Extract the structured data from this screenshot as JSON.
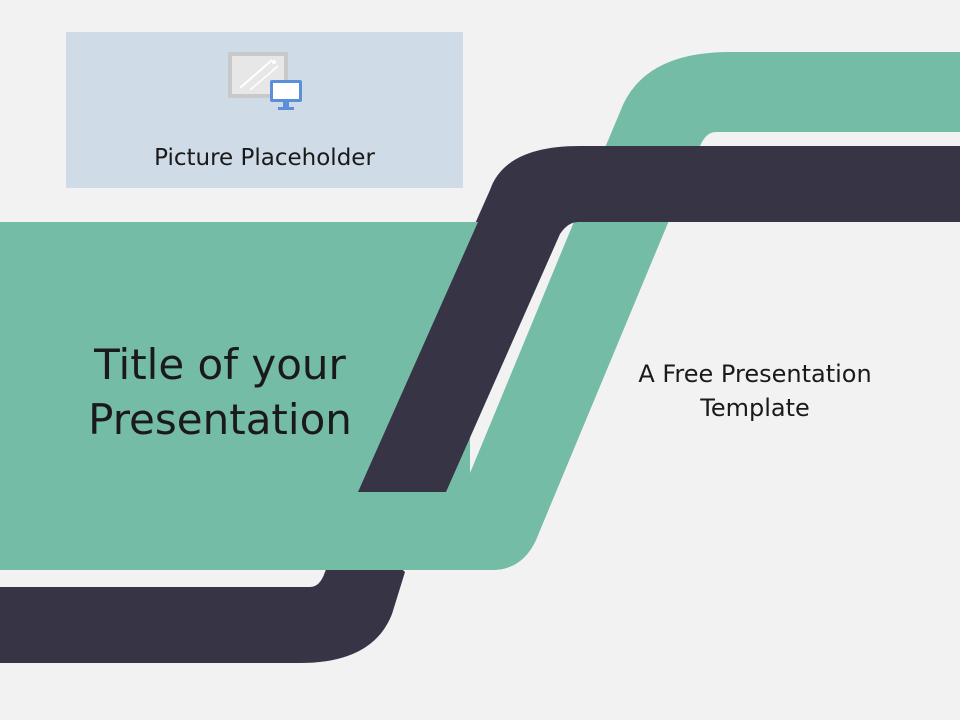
{
  "slide": {
    "background": "#f2f2f2",
    "accent_green": "#75bca7",
    "accent_dark": "#373446",
    "placeholder_fill": "#cfdbe6"
  },
  "placeholder": {
    "label": "Picture Placeholder",
    "icon": "picture-monitor-icon"
  },
  "title": {
    "line1": "Title of your",
    "line2": "Presentation"
  },
  "subtitle": {
    "line1": "A Free Presentation",
    "line2": "Template"
  }
}
